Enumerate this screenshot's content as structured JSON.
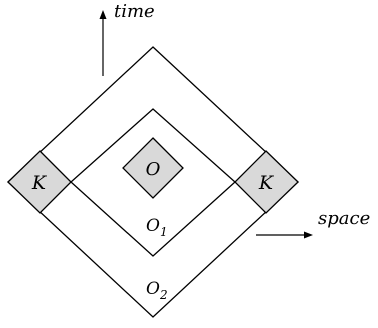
{
  "axes": {
    "time_label": "time",
    "space_label": "space"
  },
  "regions": {
    "center_label": "O",
    "left_label": "K",
    "right_label": "K",
    "inner_label_base": "O",
    "inner_label_sub": "1",
    "outer_label_base": "O",
    "outer_label_sub": "2"
  },
  "colors": {
    "stroke": "#000000",
    "fill_shaded": "#d9d9d9",
    "fill_background": "#ffffff"
  }
}
